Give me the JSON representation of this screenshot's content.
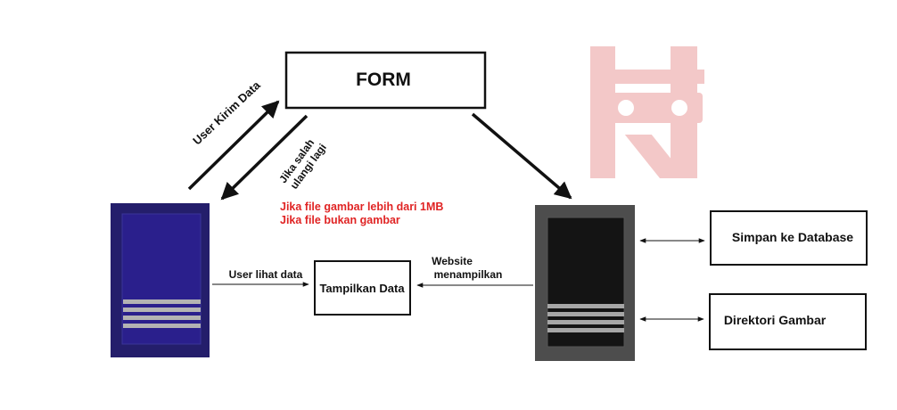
{
  "nodes": {
    "form": "FORM",
    "tampilkan": "Tampilkan Data",
    "simpan": "Simpan ke Database",
    "direktori": "Direktori Gambar"
  },
  "edges": {
    "user_kirim": "User Kirim Data",
    "jika_salah_1": "Jika salah",
    "jika_salah_2": "ulangi lagi",
    "user_lihat": "User lihat data",
    "website_1": "Website",
    "website_2": "menampilkan"
  },
  "notes": {
    "error_1": "Jika file gambar lebih dari 1MB",
    "error_2": "Jika file bukan gambar"
  },
  "icons": {
    "client": "client-server-icon",
    "server": "web-server-icon",
    "watermark": "watermark-logo"
  },
  "colors": {
    "client_frame": "#241e6b",
    "client_screen": "#2a1f8c",
    "server_frame": "#4d4d4d",
    "server_screen": "#141414",
    "error_text": "#e02424",
    "watermark": "#f3c8c8"
  }
}
